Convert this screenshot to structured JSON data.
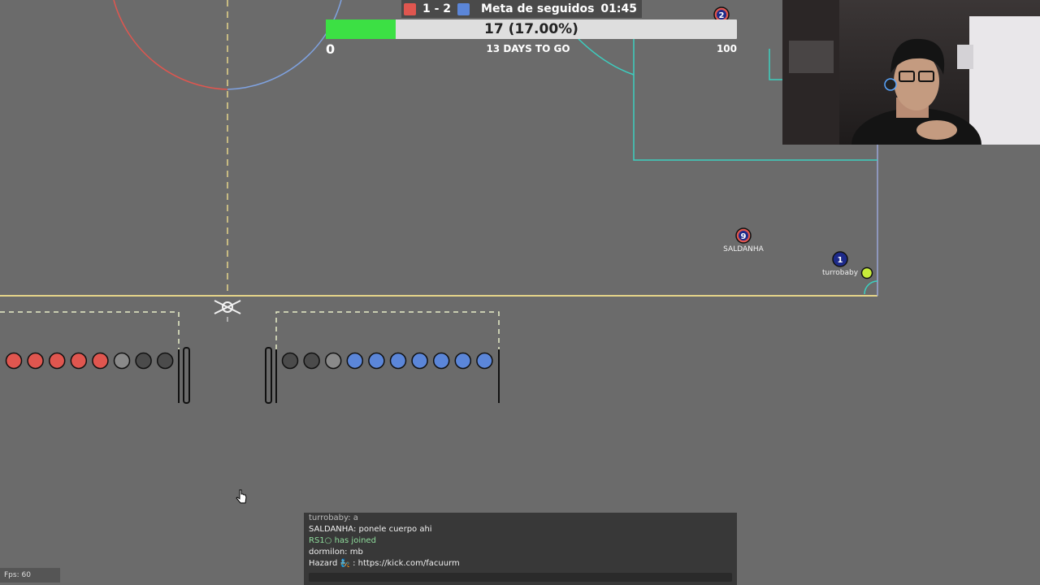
{
  "scoreboard": {
    "red_color": "#e0564f",
    "blue_color": "#5b86d9",
    "score": "1 - 2",
    "title": "Meta de seguidos",
    "time": "01:45"
  },
  "goal": {
    "progress_label": "17 (17.00%)",
    "progress_fraction": 0.17,
    "min": "0",
    "max": "100",
    "days_label": "13 DAYS TO GO",
    "fill_color": "#3ce044"
  },
  "players": [
    {
      "number": "9",
      "name": "SALDANHA",
      "team": "red"
    },
    {
      "number": "1",
      "name": "turrobaby",
      "team": "blue"
    },
    {
      "number": "2",
      "name": "",
      "team": "red"
    }
  ],
  "bench": {
    "red_dots": 5,
    "red_gray_dots": 3,
    "blue_gray_dots": 3,
    "blue_dots": 7
  },
  "chat": {
    "messages": [
      {
        "text": "turrobaby: a",
        "type": "msg"
      },
      {
        "text": "SALDANHA: ponele cuerpo ahi",
        "type": "msg"
      },
      {
        "text": "RS1○  has joined",
        "type": "join"
      },
      {
        "text": "dormilon: mb",
        "type": "msg"
      },
      {
        "text": "Hazard 🧞 : https://kick.com/facuurm",
        "type": "msg"
      }
    ]
  },
  "fps": "Fps: 60",
  "icons": {
    "cursor": "hand-cursor-icon",
    "goal_marker": "goal-flag-icon"
  },
  "colors": {
    "field_bg": "#6b6b6b",
    "field_line": "#e6d58a",
    "circle_red": "#e0564f",
    "circle_blue": "#7fa2e0",
    "teal_line": "#3ccfc0",
    "ball": "#c8ec3a"
  }
}
